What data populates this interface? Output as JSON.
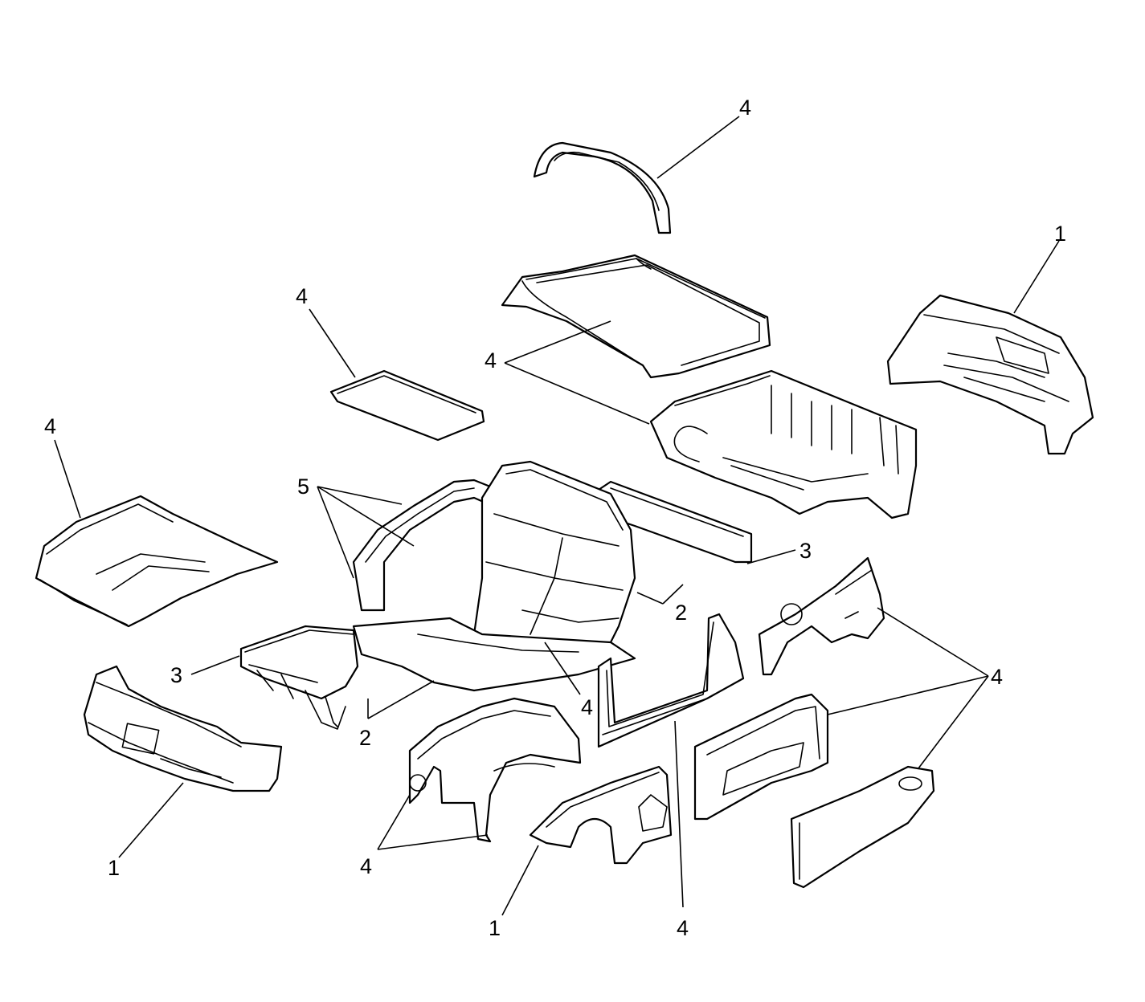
{
  "diagram": {
    "callouts": {
      "c1_front_bumper": "1",
      "c1_front_fender": "1",
      "c1_rear_bumper": "1",
      "c2_left_bracket": "2",
      "c2_right_bracket": "2",
      "c3_front_rail": "3",
      "c3_rear_rail": "3",
      "c4_roof_bow": "4",
      "c4_roof_panels": "4",
      "c4_roof_panel_small": "4",
      "c4_hood": "4",
      "c4_floor_pan": "4",
      "c4_wheelhouses": "4",
      "c4_rocker": "4",
      "c4_rear_quarter_door": "4",
      "c5_windshield_frame": "5"
    },
    "colors": {
      "ink": "#000000",
      "paper": "#ffffff"
    }
  }
}
